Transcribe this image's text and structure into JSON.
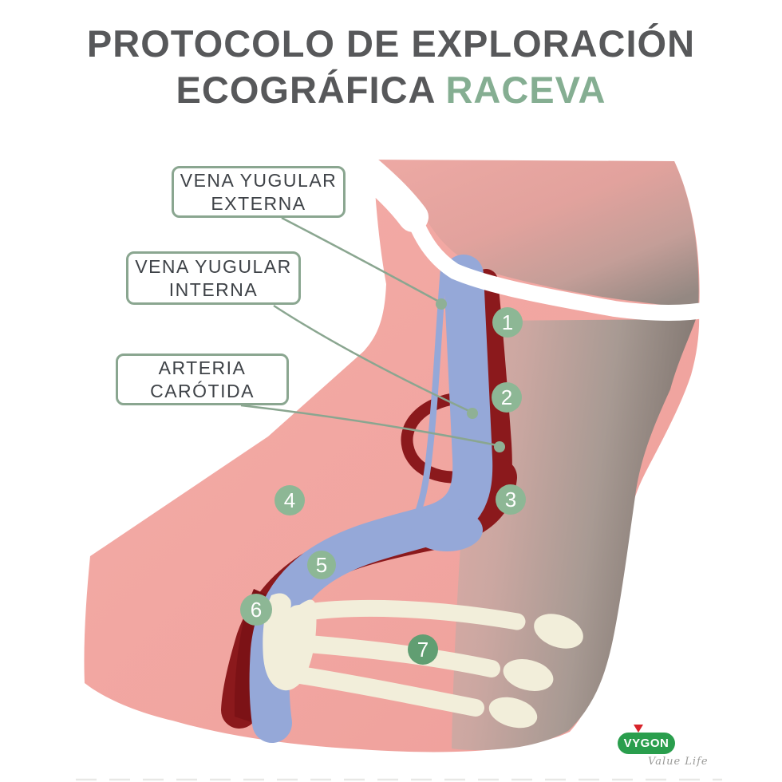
{
  "title": {
    "line1": "PROTOCOLO DE EXPLORACIÓN",
    "line2_text": "ECOGRÁFICA",
    "line2_accent": "RACEVA"
  },
  "callouts": [
    {
      "line1": "VENA YUGULAR",
      "line2": "EXTERNA"
    },
    {
      "line1": "VENA YUGULAR",
      "line2": "INTERNA"
    },
    {
      "line1": "ARTERIA",
      "line2": "CARÓTIDA"
    }
  ],
  "markers": [
    {
      "n": "1"
    },
    {
      "n": "2"
    },
    {
      "n": "3"
    },
    {
      "n": "4"
    },
    {
      "n": "5"
    },
    {
      "n": "6"
    },
    {
      "n": "7"
    }
  ],
  "logo": {
    "brand": "VYGON",
    "tagline": "Value Life"
  },
  "colors": {
    "title_text": "#57585a",
    "accent_green": "#85ae92",
    "label_border": "#8aa690",
    "label_text": "#3e4247",
    "leader_line": "#8aa690",
    "leader_dot": "#8fb095",
    "marker_fill": "#8db795",
    "marker7_fill": "#619e72",
    "skin_pink": "#f1a6a1",
    "vein_blue": "#95a8d8",
    "artery_red": "#8b191c",
    "artery_dark": "#7c1216",
    "bone_cream": "#f2eeda",
    "muscle_gray": "#8a7f7a",
    "logo_green": "#2a9e4d",
    "logo_red": "#d8232a",
    "tagline_gray": "#9b9b99"
  }
}
